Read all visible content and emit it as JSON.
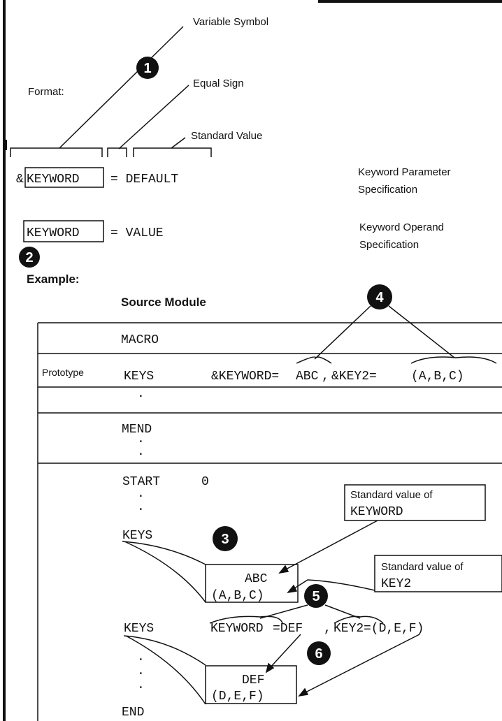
{
  "format": {
    "label": "Format:",
    "variable_symbol": "Variable Symbol",
    "equal_sign": "Equal Sign",
    "standard_value": "Standard Value",
    "param_amp": "&",
    "param_keyword": "KEYWORD",
    "param_rest": "= DEFAULT",
    "param_desc_1": "Keyword Parameter",
    "param_desc_2": "Specification",
    "operand_keyword": "KEYWORD",
    "operand_rest": "= VALUE",
    "operand_desc_1": "Keyword Operand",
    "operand_desc_2": "Specification"
  },
  "example": {
    "label": "Example:",
    "source_module": "Source Module",
    "macro": "MACRO",
    "prototype_label": "Prototype",
    "keys_proto": "KEYS",
    "proto_operand_a": "&KEYWORD=",
    "proto_abc": "ABC",
    "proto_comma": ",",
    "proto_key2": "&KEY2=",
    "proto_abc_list": "(A,B,C)",
    "dot": ".",
    "mend": "MEND",
    "start": "START",
    "start_val": "0",
    "keys_1": "KEYS",
    "std_kw_1": "Standard value of",
    "std_kw_2": "KEYWORD",
    "box1_line1": "ABC",
    "box1_line2": "(A,B,C)",
    "std_k2_1": "Standard value of",
    "std_k2_2": "KEY2",
    "keys_2": "KEYS",
    "call2_keyword": "KEYWORD",
    "call2_eq_def": "=DEF",
    "call2_comma": ",",
    "call2_key2": "KEY2",
    "call2_val": "=(D,E,F)",
    "box2_line1": "DEF",
    "box2_line2": "(D,E,F)",
    "end": "END"
  },
  "callouts": [
    "1",
    "2",
    "3",
    "4",
    "5",
    "6"
  ]
}
